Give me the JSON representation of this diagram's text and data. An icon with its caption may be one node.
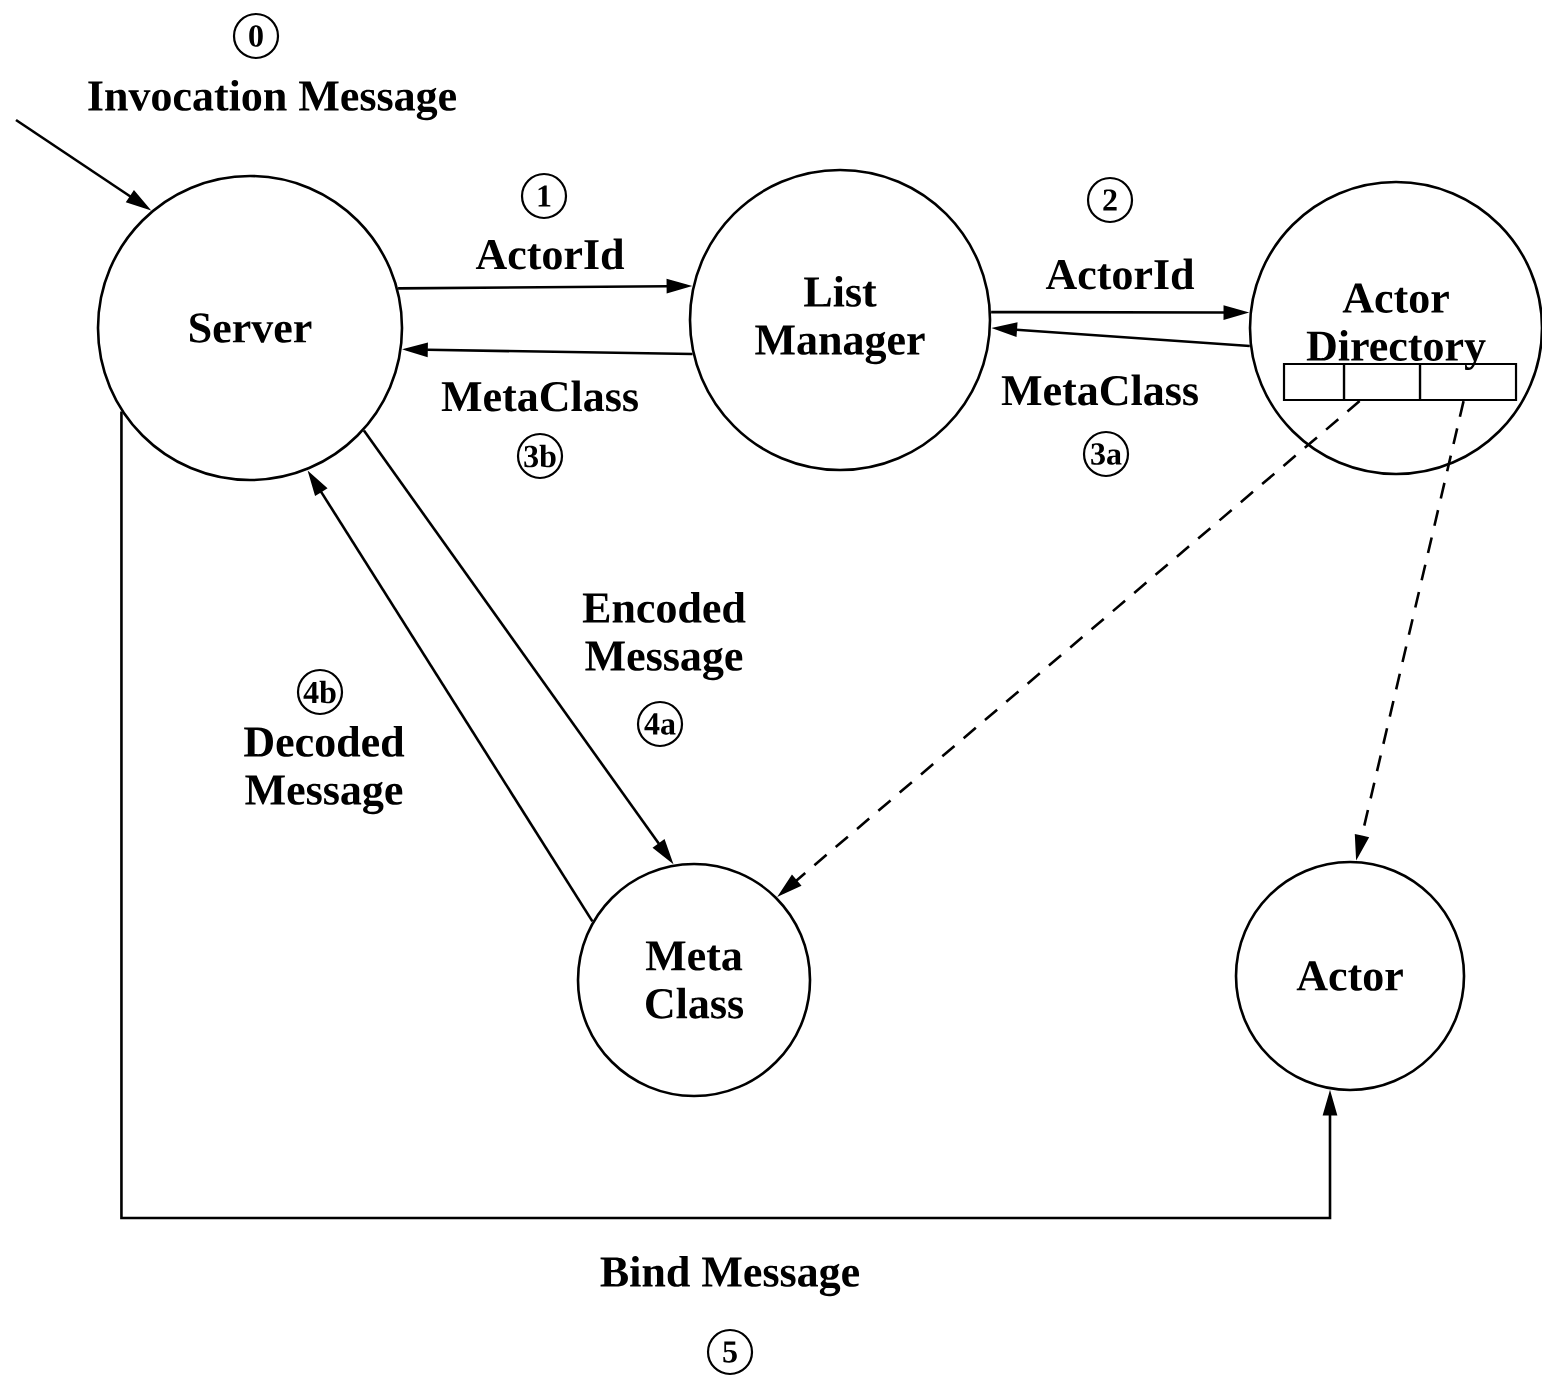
{
  "diagram": {
    "nodes": [
      {
        "text": [
          "Server"
        ]
      },
      {
        "text": [
          "List Manager"
        ]
      },
      {
        "text": [
          "Actor Directory"
        ]
      },
      {
        "text": [
          "Meta Class"
        ]
      },
      {
        "text": [
          "Actor"
        ]
      },
      {
        "text": [],
        "shape": "box",
        "in": 2
      },
      {
        "text": [],
        "shape": "box",
        "in": 2
      },
      {
        "text": [],
        "shape": "box",
        "in": 2
      }
    ],
    "edges": [
      {
        "from": null,
        "to": 0,
        "arrow": "to",
        "label": "Invocation Message"
      },
      {
        "from": 0,
        "to": 1,
        "arrow": "to",
        "label": "ActorId"
      },
      {
        "from": 1,
        "to": 0,
        "arrow": "to",
        "label": "MetaClass"
      },
      {
        "from": 1,
        "to": 2,
        "arrow": "to",
        "label": "ActorId"
      },
      {
        "from": 2,
        "to": 1,
        "arrow": "to",
        "label": "MetaClass"
      },
      {
        "from": 0,
        "to": 3,
        "arrow": "to",
        "label": "Encoded Message"
      },
      {
        "from": 3,
        "to": 0,
        "arrow": "to",
        "label": "Decoded Message"
      },
      {
        "from": 0,
        "to": 4,
        "arrow": "to",
        "label": "Bind Message"
      },
      {
        "from": 6,
        "to": 3,
        "arrow": "to",
        "style": "dashed"
      },
      {
        "from": 7,
        "to": 4,
        "arrow": "to",
        "style": "dashed"
      }
    ],
    "labels": [
      "0",
      "1",
      "2",
      "3b",
      "3a",
      "4b",
      "4a",
      "5"
    ]
  }
}
